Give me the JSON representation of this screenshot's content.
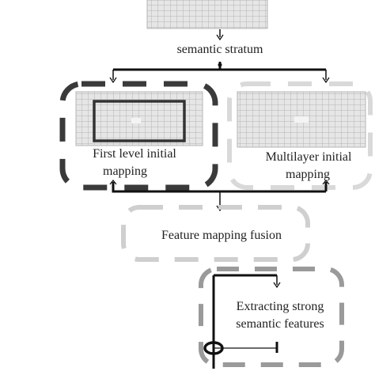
{
  "labels": {
    "semantic_stratum": "semantic stratum",
    "first_level_line1": "First level initial",
    "first_level_line2": "mapping",
    "multilayer_line1": "Multilayer initial",
    "multilayer_line2": "mapping",
    "fusion": "Feature mapping fusion",
    "extract_line1": "Extracting strong",
    "extract_line2": "semantic features"
  },
  "colors": {
    "dark": "#3a3a3a",
    "grid": "#b4b4b4",
    "grid_fill": "#e6e6e6",
    "light_dash": "#c8c8c8",
    "mid_dash": "#9a9a9a",
    "arrow": "#111111"
  }
}
